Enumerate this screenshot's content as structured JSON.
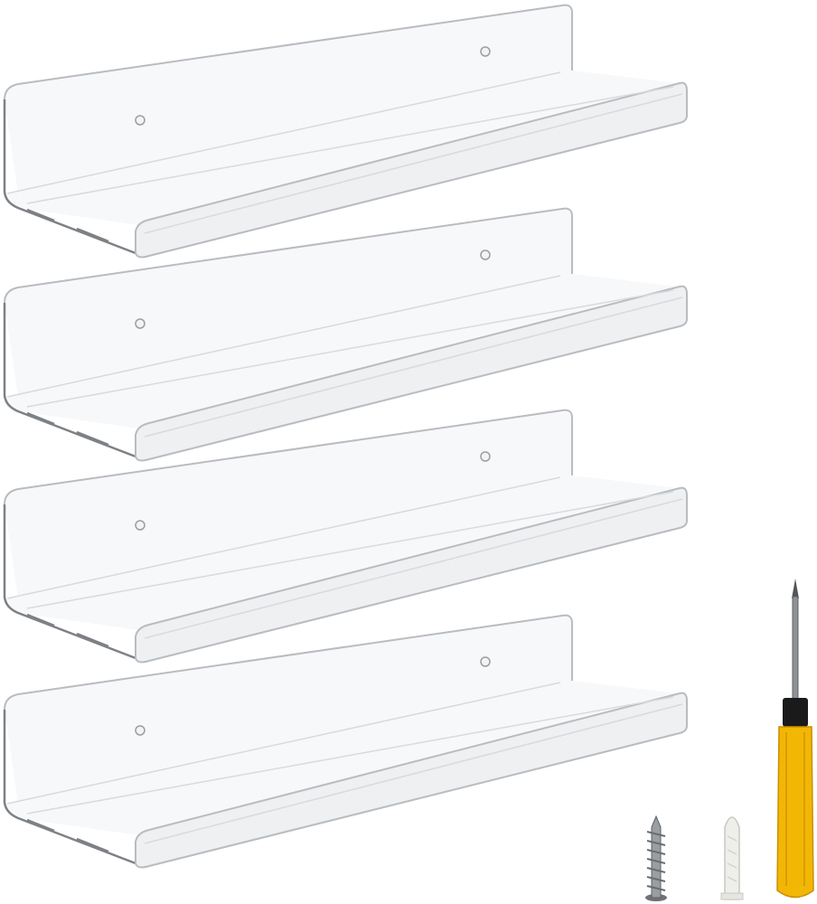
{
  "scene": {
    "subject": "acrylic-floating-shelves",
    "shelf_count": 4,
    "accessories": [
      "screw",
      "wall-anchor",
      "screwdriver"
    ]
  },
  "colors": {
    "background": "#ffffff",
    "acrylic_edge": "#b9bcc0",
    "screwdriver_handle": "#f2b705",
    "screwdriver_collar": "#1a1a1a",
    "anchor": "#eeeeea",
    "screw": "#8a8d91"
  }
}
